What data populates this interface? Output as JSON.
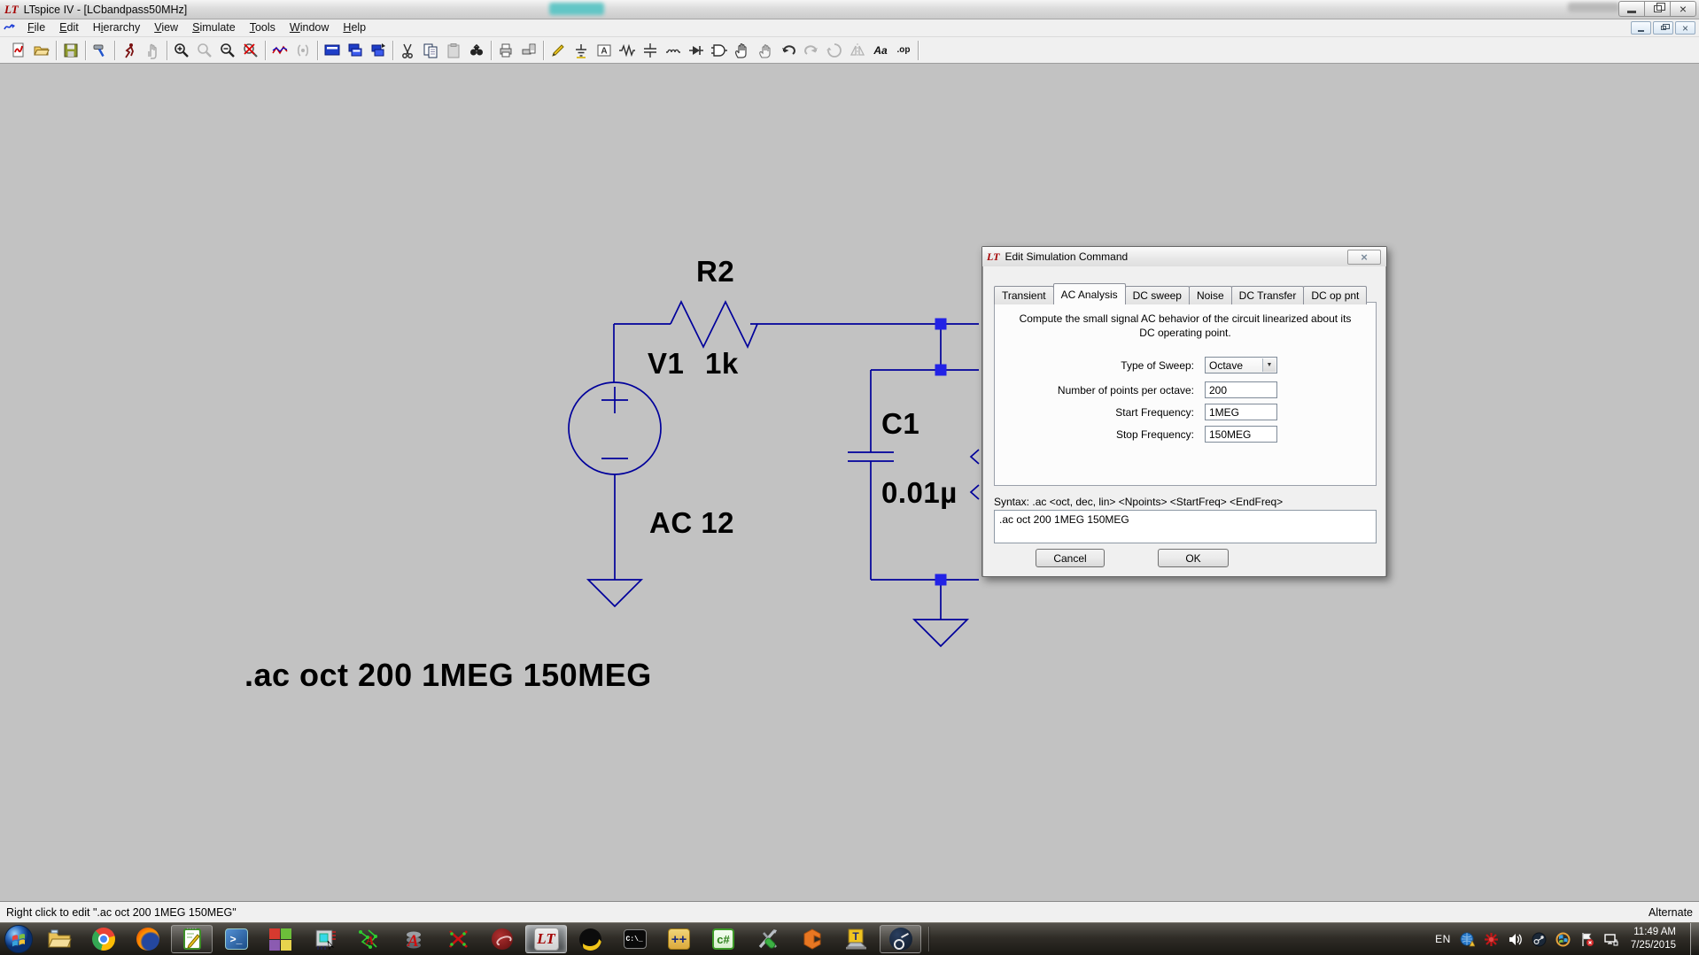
{
  "titlebar": {
    "title": "LTspice IV - [LCbandpass50MHz]"
  },
  "icons": {
    "lt_logo": "LT",
    "text_tool": "Aa",
    "op_tool": ".op",
    "powershell_glyph": ">_",
    "cmd_glyph": "C:\\_",
    "cpp_glyph": "++",
    "csharp_glyph": "c#",
    "laptop_glyph": "T",
    "red_a_glyph": "A",
    "close_glyph": "×"
  },
  "menubar": {
    "items": [
      {
        "pre": "",
        "key": "F",
        "post": "ile"
      },
      {
        "pre": "",
        "key": "E",
        "post": "dit"
      },
      {
        "pre": "H",
        "key": "i",
        "post": "erarchy"
      },
      {
        "pre": "",
        "key": "V",
        "post": "iew"
      },
      {
        "pre": "",
        "key": "S",
        "post": "imulate"
      },
      {
        "pre": "",
        "key": "T",
        "post": "ools"
      },
      {
        "pre": "",
        "key": "W",
        "post": "indow"
      },
      {
        "pre": "",
        "key": "H",
        "post": "elp"
      }
    ]
  },
  "toolbar": {
    "buttons": [
      "new-schematic",
      "open",
      "save",
      "control-panel",
      "run",
      "halt",
      "zoom-in",
      "zoom-back",
      "zoom-out",
      "zoom-full-extents",
      "autorange-waveform",
      "pan",
      "tile-windows",
      "cascade-windows",
      "cascade-windows-alt",
      "cut",
      "copy",
      "paste",
      "find",
      "print",
      "print-preview",
      "draw-wire",
      "place-ground",
      "label-net",
      "place-resistor",
      "place-capacitor",
      "place-inductor",
      "place-diode",
      "place-component",
      "move",
      "drag",
      "undo",
      "redo",
      "rotate",
      "mirror",
      "place-text",
      "spice-directive"
    ]
  },
  "schematic": {
    "r2_name": "R2",
    "r2_value": "1k",
    "v1_name": "V1",
    "v1_value": "AC 12",
    "c1_name": "C1",
    "c1_value": "0.01µ",
    "directive": ".ac oct 200 1MEG 150MEG",
    "wire_color": "#00009b",
    "node_color": "#2222e6"
  },
  "dialog": {
    "title": "Edit Simulation Command",
    "tabs": [
      "Transient",
      "AC Analysis",
      "DC sweep",
      "Noise",
      "DC Transfer",
      "DC op pnt"
    ],
    "active_tab": "AC Analysis",
    "description": "Compute the small signal AC behavior of the circuit linearized about its DC operating point.",
    "fields": [
      {
        "label": "Type of Sweep:",
        "value": "Octave"
      },
      {
        "label": "Number of points per octave:",
        "value": "200"
      },
      {
        "label": "Start Frequency:",
        "value": "1MEG"
      },
      {
        "label": "Stop Frequency:",
        "value": "150MEG"
      }
    ],
    "syntax": "Syntax: .ac <oct, dec, lin> <Npoints> <StartFreq> <EndFreq>",
    "command": ".ac oct 200 1MEG 150MEG",
    "cancel_label": "Cancel",
    "ok_label": "OK"
  },
  "statusbar": {
    "left": "Right click to edit \".ac oct 200 1MEG 150MEG\"",
    "right": "Alternate"
  },
  "taskbar": {
    "apps": [
      "start-orb",
      "file-explorer",
      "chrome",
      "firefox",
      "notepad-plus-plus",
      "powershell",
      "colored-squares-app",
      "circuit-chip-app",
      "green-network-app",
      "red-a-app",
      "red-green-x-app",
      "dark-red-swirl-app",
      "ltspice",
      "crescent-app",
      "command-prompt",
      "cpp-app",
      "csharp-app",
      "tools-app",
      "orange-shape-app",
      "laptop-t-app",
      "steam"
    ],
    "tray": {
      "lang": "EN",
      "icons": [
        "globe-warning",
        "red-splat",
        "speaker",
        "steam-tray",
        "windows-update",
        "action-center-flag",
        "network"
      ],
      "time": "11:49 AM",
      "date": "7/25/2015"
    }
  }
}
